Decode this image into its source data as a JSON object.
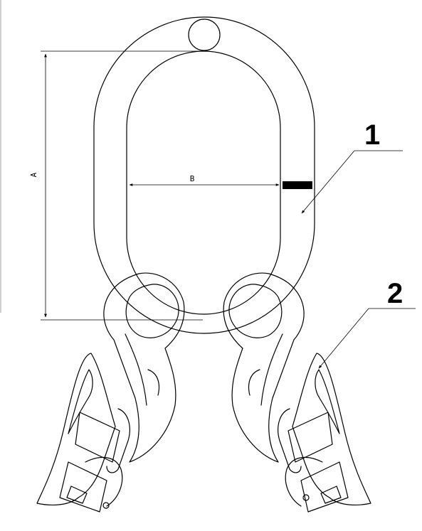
{
  "drawing": {
    "dimension_a": "A",
    "dimension_b": "B",
    "callouts": [
      "1",
      "2"
    ]
  }
}
